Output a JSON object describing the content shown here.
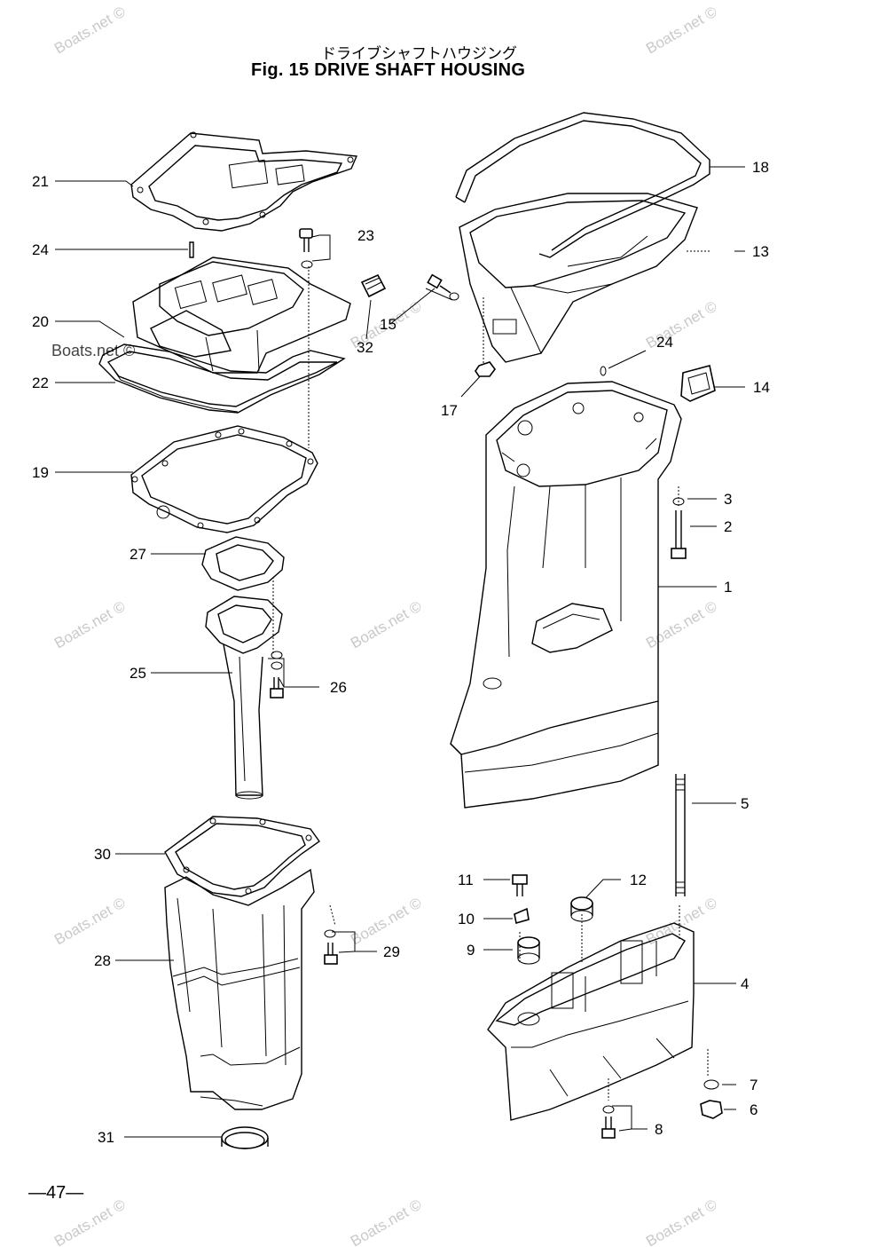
{
  "title_jp": "ドライブシャフトハウジング",
  "title_en": "Fig. 15   DRIVE SHAFT HOUSING",
  "page_number": "—47—",
  "watermark": "Boats.net ©",
  "callouts": {
    "c21": "21",
    "c24a": "24",
    "c23": "23",
    "c20": "20",
    "c32": "32",
    "c22": "22",
    "c19": "19",
    "c27": "27",
    "c25": "25",
    "c26": "26",
    "c30": "30",
    "c28": "28",
    "c29": "29",
    "c31": "31",
    "c18": "18",
    "c13": "13",
    "c15": "15",
    "c17": "17",
    "c24b": "24",
    "c14": "14",
    "c3": "3",
    "c2": "2",
    "c1": "1",
    "c5": "5",
    "c11": "11",
    "c12": "12",
    "c10": "10",
    "c9": "9",
    "c4": "4",
    "c7": "7",
    "c6": "6",
    "c8": "8"
  }
}
